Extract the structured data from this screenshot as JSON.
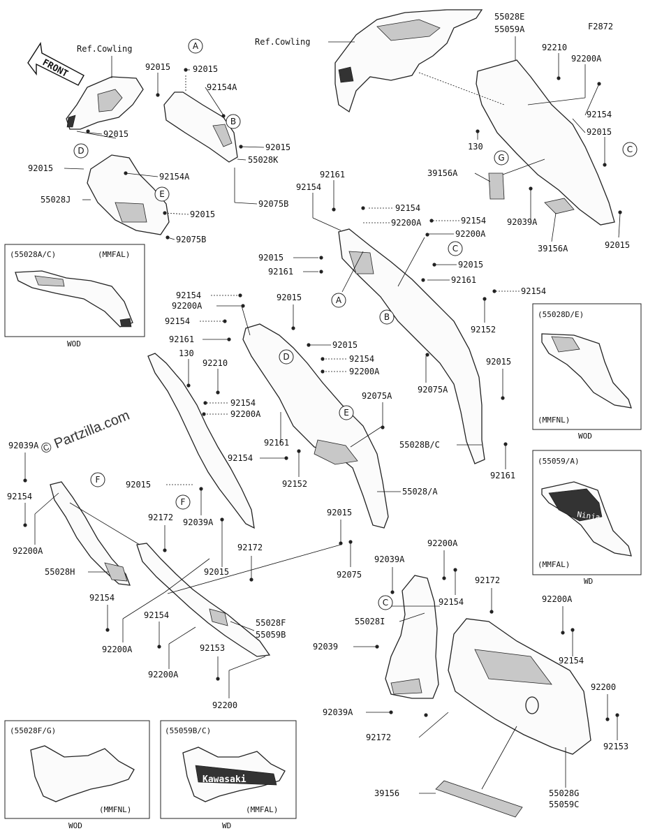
{
  "diagram_code": "F2872",
  "watermark": "© Partzilla.com",
  "direction_label": "FRONT",
  "references": [
    "Ref.Cowling",
    "Ref.Cowling"
  ],
  "callouts": [
    "A",
    "A",
    "B",
    "B",
    "C",
    "C",
    "C",
    "D",
    "D",
    "E",
    "E",
    "F",
    "F",
    "G"
  ],
  "part_labels": [
    "55028E",
    "55059A",
    "92210",
    "92200A",
    "92154",
    "92015",
    "130",
    "39156A",
    "92039A",
    "39156A",
    "92015",
    "92015",
    "92015",
    "92154A",
    "92015",
    "92015",
    "55028K",
    "92154A",
    "92015",
    "55028J",
    "92015",
    "92075B",
    "92075B",
    "92161",
    "92154",
    "92154",
    "92200A",
    "92154",
    "92200A",
    "92015",
    "92161",
    "92015",
    "92161",
    "92154",
    "92152",
    "92154",
    "92200A",
    "92015",
    "92154",
    "92161",
    "92015",
    "130",
    "92210",
    "92154",
    "92200A",
    "92154",
    "92200A",
    "55028B/C",
    "92015",
    "92075A",
    "92075A",
    "92161",
    "55028/A",
    "92161",
    "92152",
    "92154",
    "92039A",
    "92015",
    "92039A",
    "92154",
    "92200A",
    "55028H",
    "92172",
    "92015",
    "92172",
    "92154",
    "92200A",
    "92154",
    "92200A",
    "55028F",
    "55059B",
    "92153",
    "92200",
    "92015",
    "92075",
    "92039A",
    "92200A",
    "92154",
    "92172",
    "55028I",
    "92039",
    "92039A",
    "92172",
    "92200A",
    "92154",
    "92200",
    "92153",
    "39156",
    "55028G",
    "55059C"
  ],
  "insets": [
    {
      "code": "(55028A/C)",
      "variant": "(MMFAL)",
      "caption": "WOD"
    },
    {
      "code": "(55028D/E)",
      "variant": "(MMFNL)",
      "caption": "WOD"
    },
    {
      "code": "(55059/A)",
      "variant": "(MMFAL)",
      "caption": "WD"
    },
    {
      "code": "(55028F/G)",
      "variant": "(MMFNL)",
      "caption": "WOD"
    },
    {
      "code": "(55059B/C)",
      "variant": "(MMFAL)",
      "caption": "WD"
    }
  ],
  "decal_text": "Kawasaki",
  "decal_small": "Ninja"
}
